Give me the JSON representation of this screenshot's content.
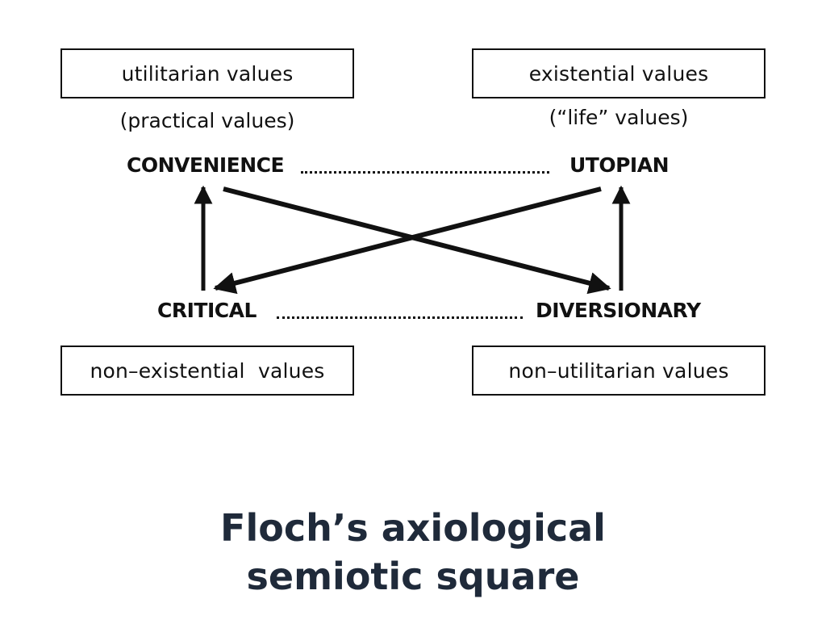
{
  "boxes": {
    "top_left": "utilitarian values",
    "top_right": "existential values",
    "bottom_left": "non–existential  values",
    "bottom_right": "non–utilitarian values"
  },
  "subtitles": {
    "top_left": "(practical values)",
    "top_right": "(“life” values)"
  },
  "nodes": {
    "convenience": "CONVENIENCE",
    "utopian": "UTOPIAN",
    "critical": "CRITICAL",
    "diversionary": "DIVERSIONARY"
  },
  "title": {
    "line1": "Floch’s axiological",
    "line2": "semiotic square"
  },
  "colors": {
    "ink": "#111111",
    "title": "#1f2a3a"
  }
}
